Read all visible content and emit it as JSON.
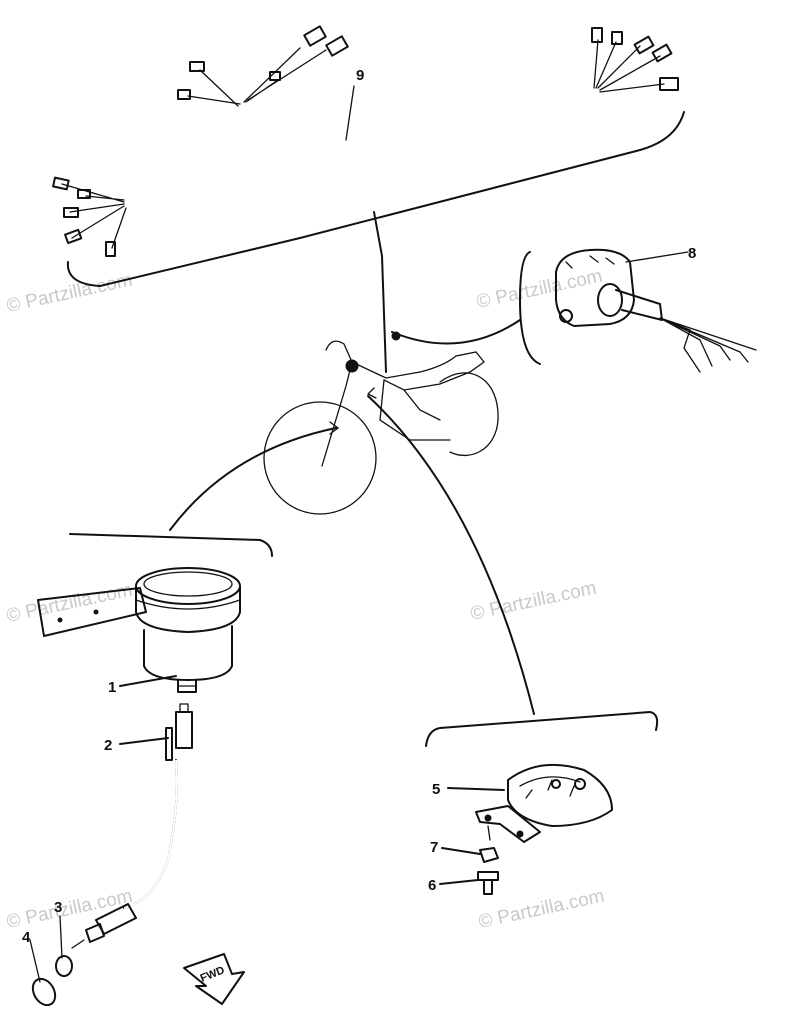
{
  "watermark": "© Partzilla.com",
  "callouts": [
    "1",
    "2",
    "3",
    "4",
    "5",
    "6",
    "7",
    "8",
    "9"
  ],
  "direction_label": "FWD"
}
